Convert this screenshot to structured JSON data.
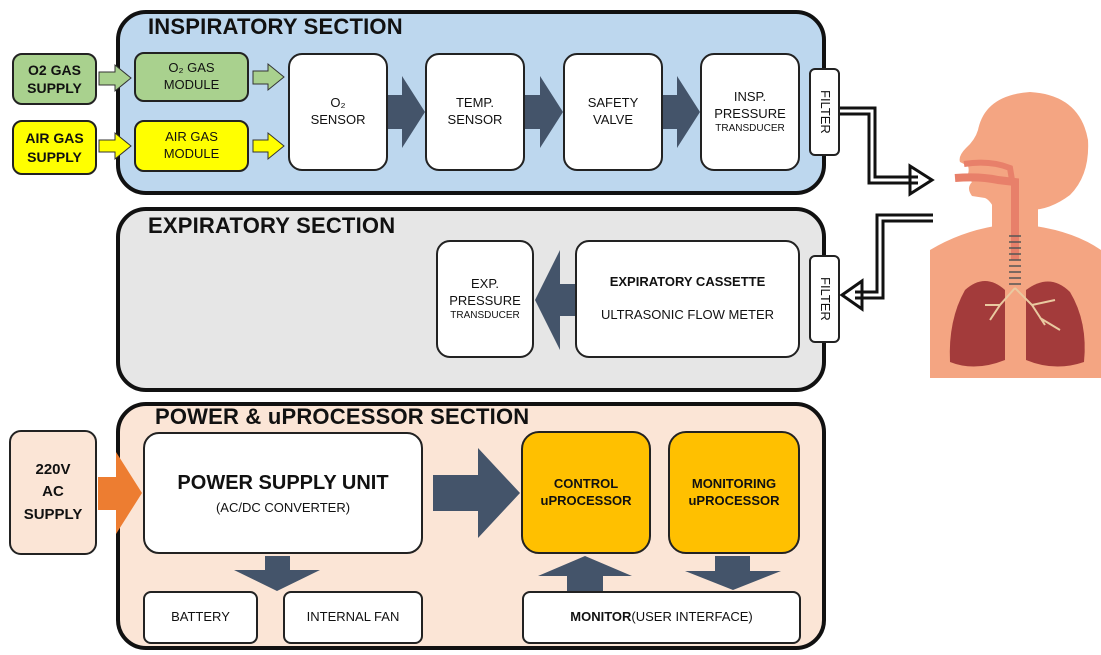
{
  "inspiratory": {
    "title": "INSPIRATORY SECTION",
    "o2_supply": "O2 GAS SUPPLY",
    "air_supply": "AIR GAS SUPPLY",
    "o2_module": "O₂ GAS MODULE",
    "air_module": "AIR GAS MODULE",
    "o2_sensor": "O₂ SENSOR",
    "temp_sensor": "TEMP. SENSOR",
    "safety_valve": "SAFETY VALVE",
    "insp_pressure_main": "INSP. PRESSURE",
    "insp_pressure_sub": "TRANSDUCER",
    "filter": "FILTER"
  },
  "expiratory": {
    "title": "EXPIRATORY SECTION",
    "exp_pressure_main": "EXP. PRESSURE",
    "exp_pressure_sub": "TRANSDUCER",
    "cassette_title": "EXPIRATORY CASSETTE",
    "cassette_sub": "ULTRASONIC FLOW METER",
    "filter": "FILTER"
  },
  "power": {
    "title": "POWER & uPROCESSOR SECTION",
    "ac_supply": "220V AC SUPPLY",
    "psu_title": "POWER SUPPLY UNIT",
    "psu_sub": "(AC/DC CONVERTER)",
    "control": "CONTROL uPROCESSOR",
    "monitoring": "MONITORING uPROCESSOR",
    "battery": "BATTERY",
    "fan": "INTERNAL FAN",
    "monitor_bold": "MONITOR",
    "monitor_rest": "(USER INTERFACE)"
  },
  "colors": {
    "insp_bg": "#bdd7ee",
    "exp_bg": "#e6e6e6",
    "power_bg": "#fbe5d6",
    "green": "#a9d18e",
    "yellow": "#ffff00",
    "orange": "#ffc000",
    "arrow": "#44546a",
    "ac_arrow": "#ed7d31"
  },
  "icons": [
    "human-anatomy-icon"
  ]
}
